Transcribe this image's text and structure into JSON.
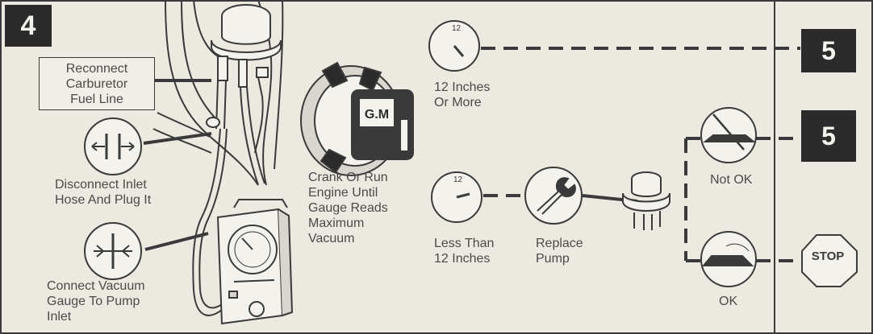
{
  "steps": {
    "current": "4",
    "next_a": "5",
    "next_b": "5"
  },
  "labels": {
    "reconnect": "Reconnect\nCarburetor\nFuel Line",
    "disconnect": "Disconnect Inlet\nHose And Plug It",
    "connect": "Connect Vacuum\nGauge To Pump\nInlet",
    "crank": "Crank Or Run\nEngine Until\nGauge Reads\nMaximum\nVacuum",
    "twelve_more": "12 Inches\nOr More",
    "less_than": "Less Than\n12 Inches",
    "replace": "Replace\nPump",
    "not_ok": "Not OK",
    "ok": "OK",
    "stop": "STOP",
    "gauge_mark": "12",
    "gauge_logo": "G.M"
  },
  "colors": {
    "ink": "#3a3a3a",
    "badge": "#2b2b2b",
    "paper": "#ece9e1"
  }
}
